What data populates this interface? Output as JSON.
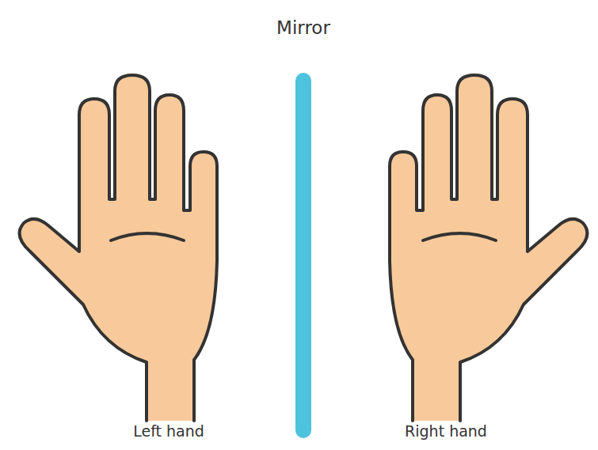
{
  "diagram": {
    "title": "Mirror",
    "labels": [
      "Left hand",
      "Right hand"
    ]
  }
}
